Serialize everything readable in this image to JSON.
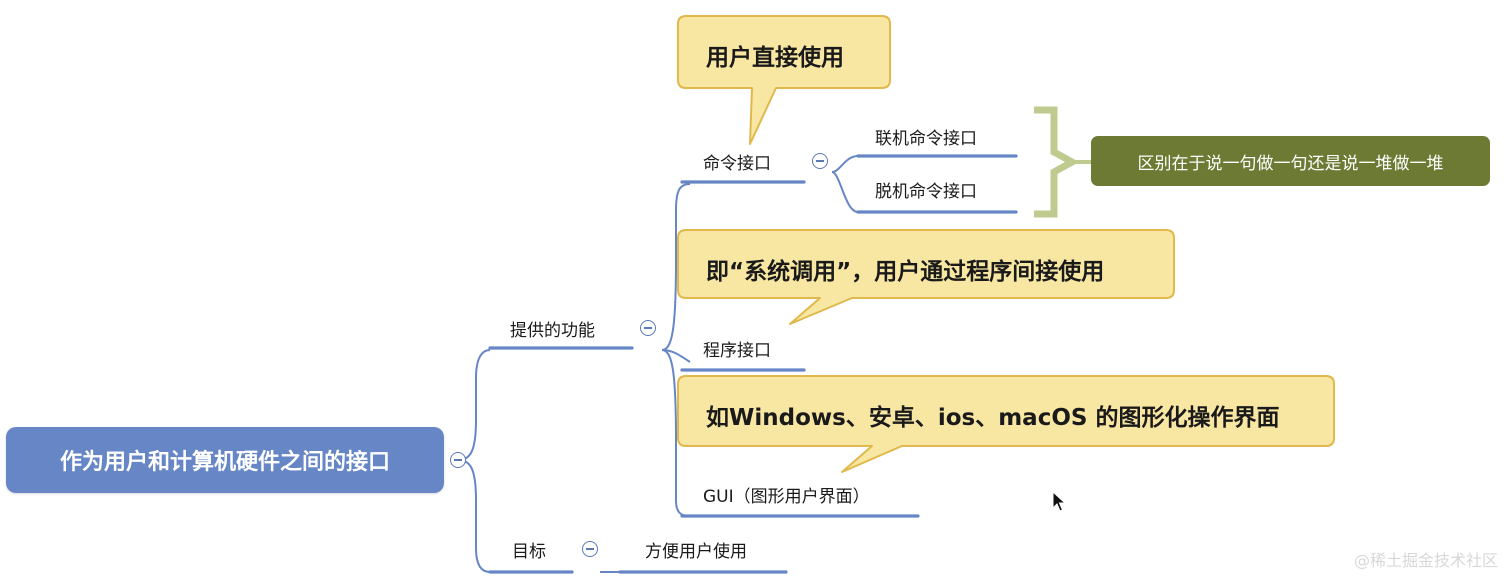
{
  "root": {
    "label": "作为用户和计算机硬件之间的接口"
  },
  "branches": {
    "functions": {
      "label": "提供的功能",
      "command": {
        "label": "命令接口",
        "children": [
          "联机命令接口",
          "脱机命令接口"
        ],
        "summary": "区别在于说一句做一句还是说一堆做一堆"
      },
      "program": {
        "label": "程序接口"
      },
      "gui": {
        "label": "GUI（图形用户界面）"
      }
    },
    "goal": {
      "label": "目标",
      "child": "方便用户使用"
    }
  },
  "callouts": {
    "command": "用户直接使用",
    "program": "即“系统调用”，用户通过程序间接使用",
    "gui": "如Windows、安卓、ios、macOS 的图形化操作界面"
  },
  "watermark": "@稀土掘金技术社区",
  "colors": {
    "root_fill": "#6686c6",
    "branch_line": "#6686c6",
    "callout_fill": "#f8e7a3",
    "callout_border": "#e0b84c",
    "brace": "#bfcb8e",
    "summary_fill": "#6c7a33"
  }
}
